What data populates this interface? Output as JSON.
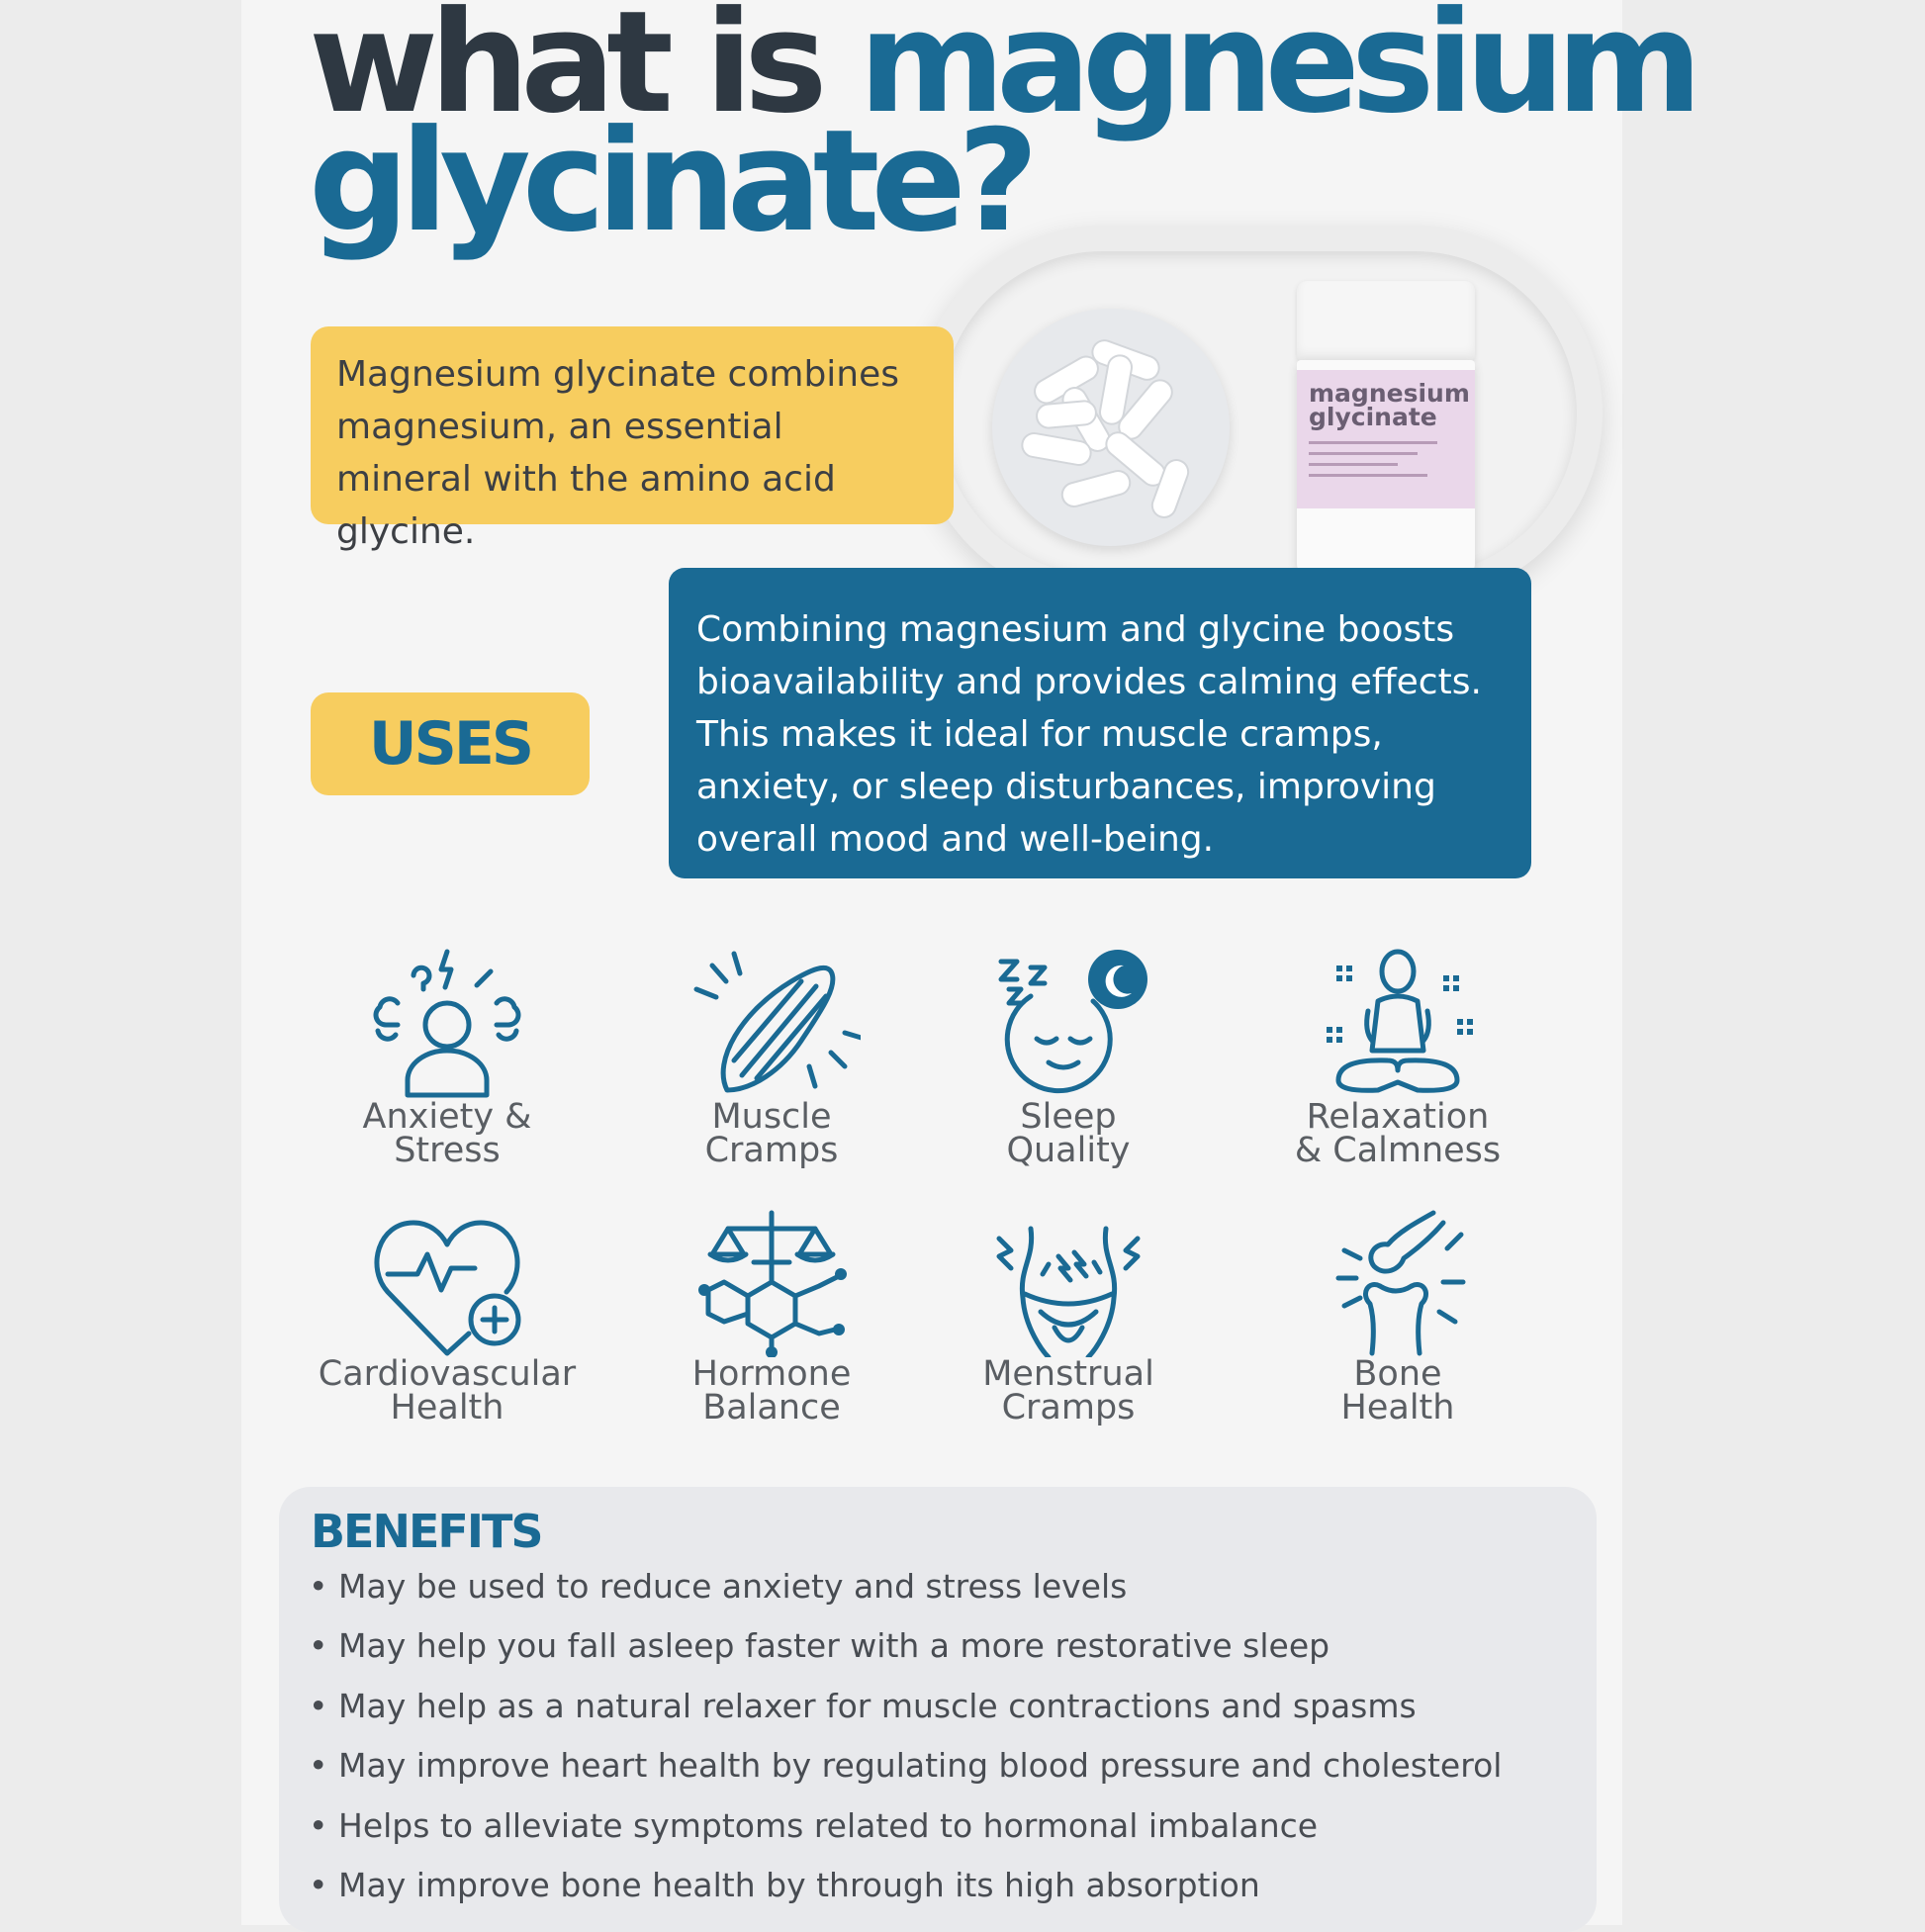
{
  "title": {
    "line1_dark": "what is",
    "line1_accent": "magnesium",
    "line2_accent": "glycinate?"
  },
  "intro": "Magnesium glycinate combines magnesium, an essential mineral with the amino acid glycine.",
  "product_label": "magnesium glycinate",
  "uses_label": "USES",
  "description": "Combining magnesium and glycine boosts bioavailability and provides calming effects. This makes it ideal for muscle cramps, anxiety, or sleep disturbances, improving overall mood and well-being.",
  "uses": [
    {
      "line1": "Anxiety &",
      "line2": "Stress",
      "icon": "stressed-person-icon"
    },
    {
      "line1": "Muscle",
      "line2": "Cramps",
      "icon": "muscle-icon"
    },
    {
      "line1": "Sleep",
      "line2": "Quality",
      "icon": "sleeping-face-moon-icon"
    },
    {
      "line1": "Relaxation",
      "line2": "& Calmness",
      "icon": "meditation-icon"
    },
    {
      "line1": "Cardiovascular",
      "line2": "Health",
      "icon": "heart-pulse-icon"
    },
    {
      "line1": "Hormone",
      "line2": "Balance",
      "icon": "hormone-scale-icon"
    },
    {
      "line1": "Menstrual",
      "line2": "Cramps",
      "icon": "menstrual-cramp-icon"
    },
    {
      "line1": "Bone",
      "line2": "Health",
      "icon": "bone-joint-icon"
    }
  ],
  "benefits_title": "BENEFITS",
  "benefits": [
    "May be used to reduce anxiety and stress levels",
    "May help you fall asleep faster with a more restorative sleep",
    "May help as a natural relaxer for muscle contractions and spasms",
    "May improve heart health by regulating blood pressure and cholesterol",
    "Helps to alleviate symptoms related to hormonal imbalance",
    "May improve bone health by through its high absorption"
  ],
  "colors": {
    "blue": "#1a6a94",
    "dark": "#2e3842",
    "yellow": "#f7cd5f",
    "background": "#f5f5f5"
  }
}
